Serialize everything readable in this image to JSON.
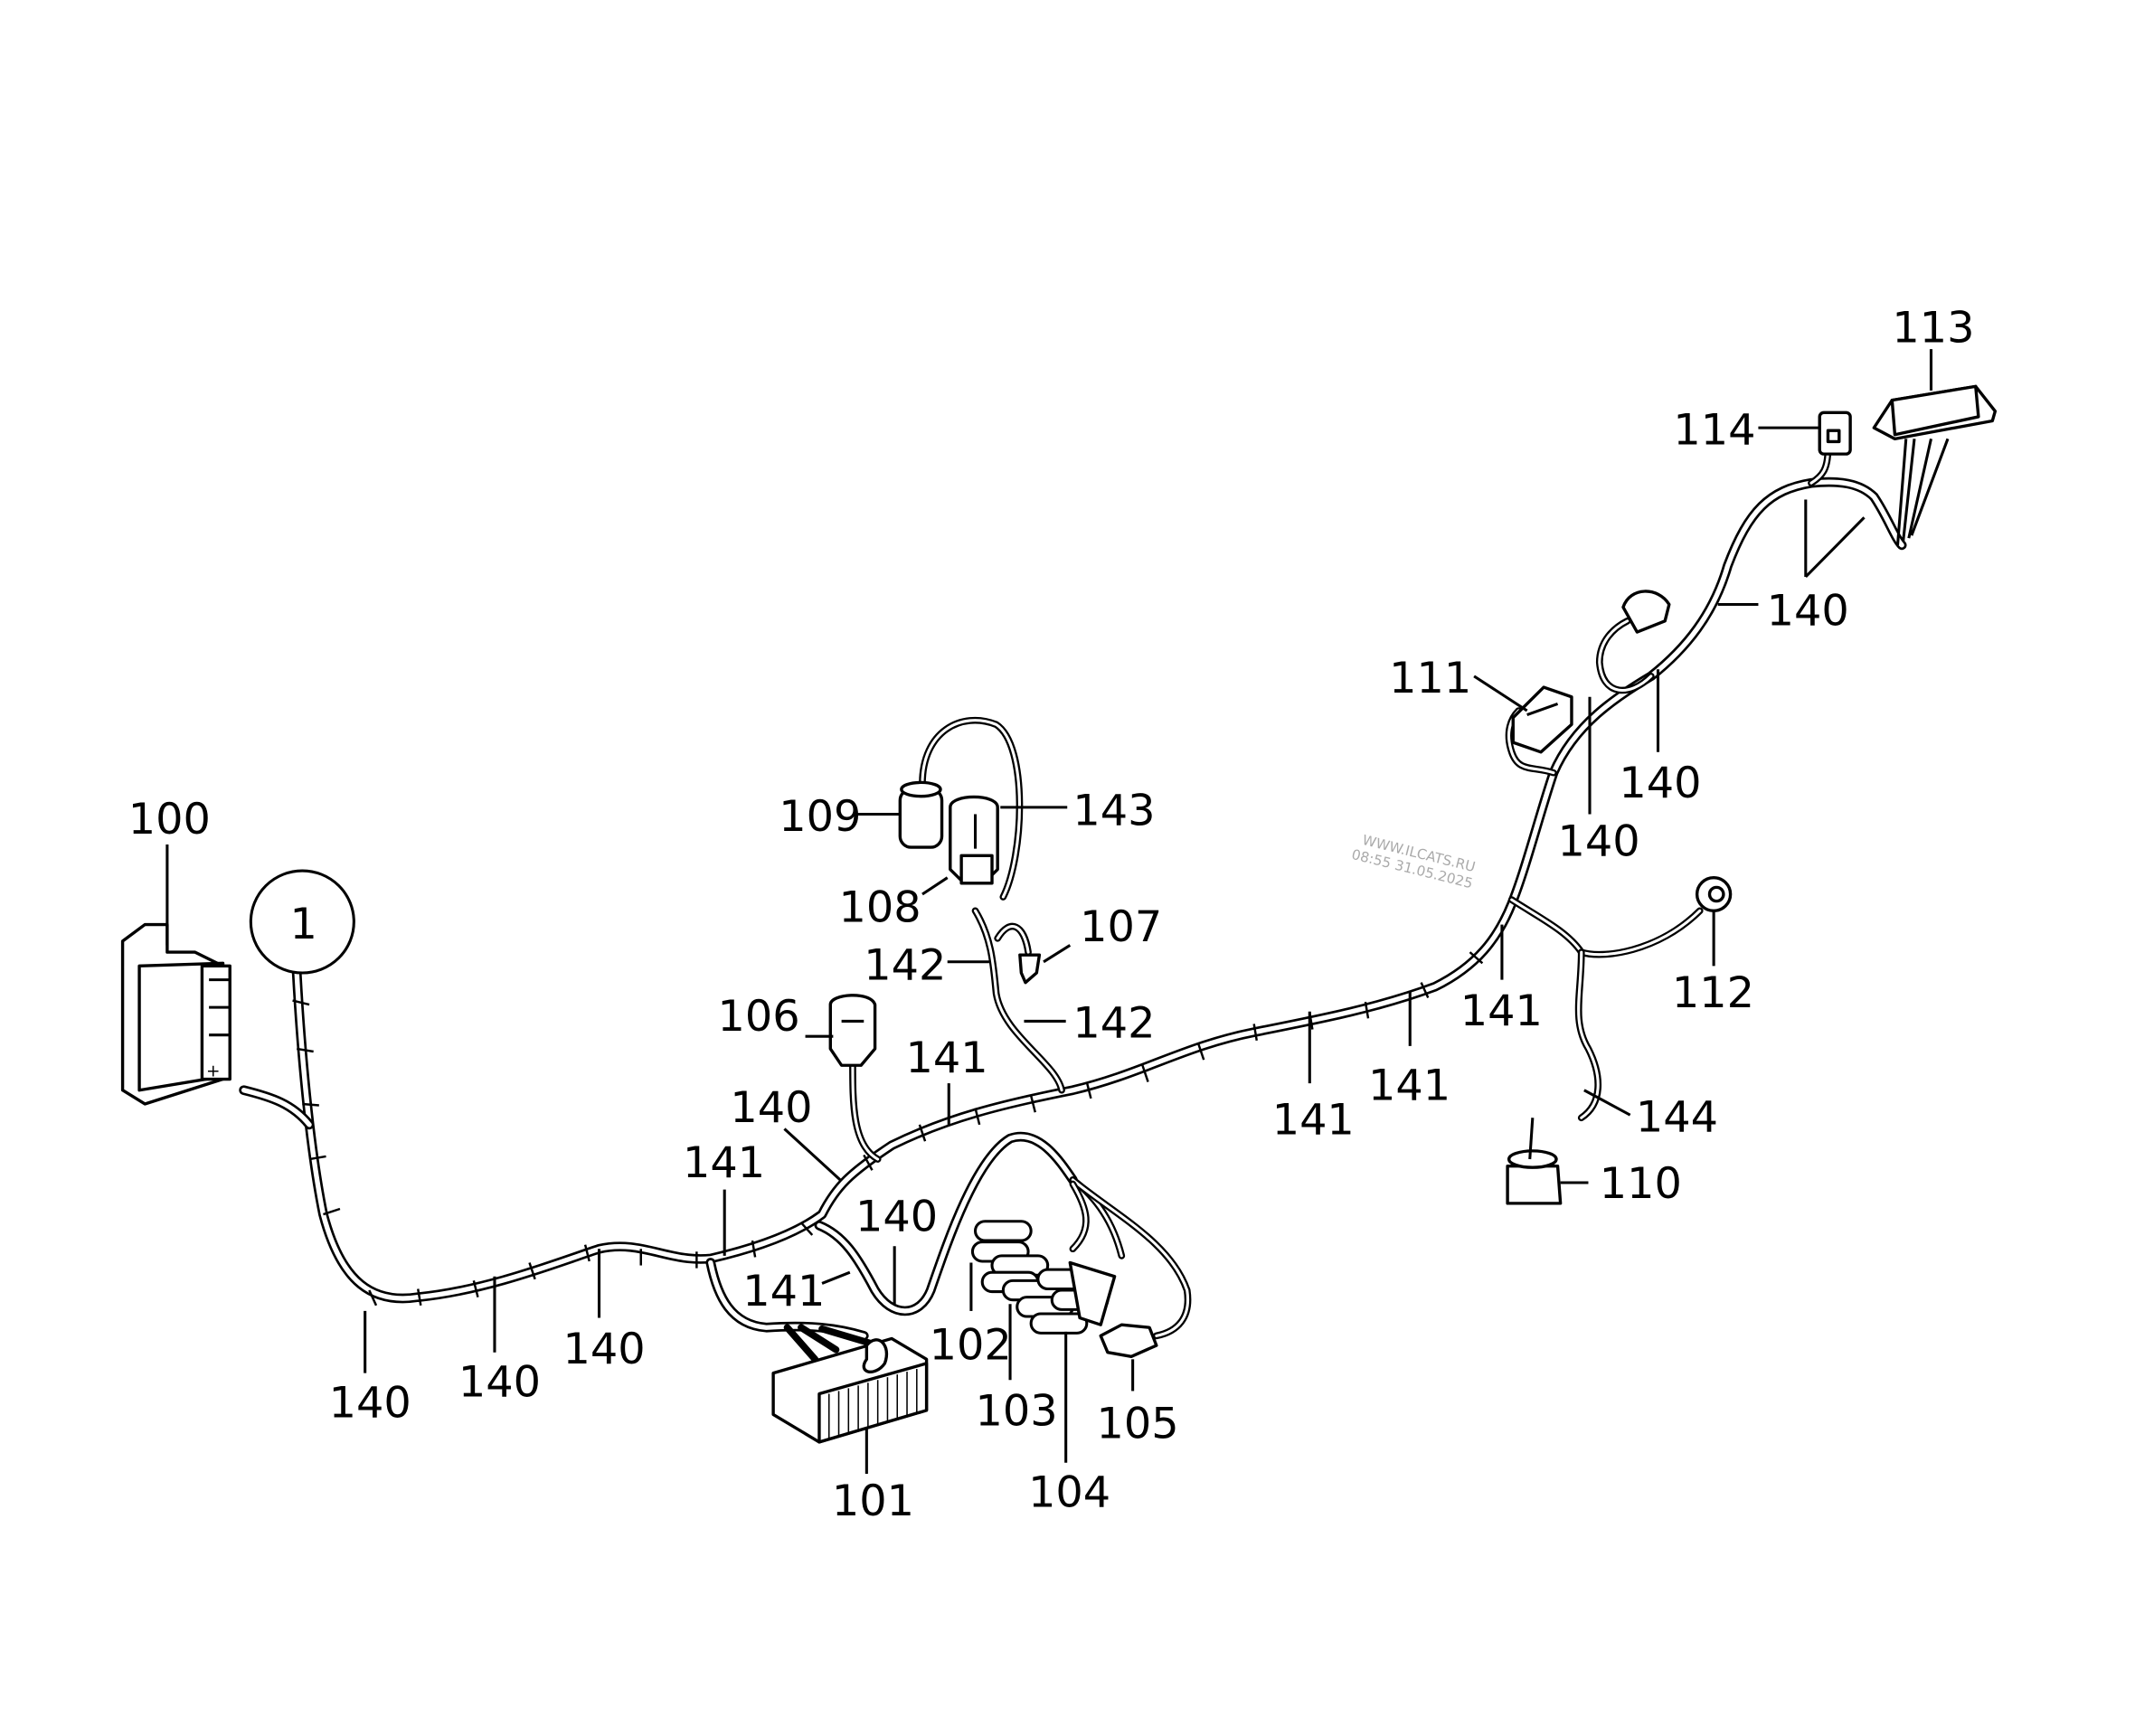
{
  "diagram": {
    "title": "Wiring harness parts diagram",
    "watermark": {
      "line1": "WWW.ILCATS.RU",
      "line2": "08:55 31.05.2025"
    },
    "detail_marker": "1",
    "labels": {
      "p100": "100",
      "p101": "101",
      "p102": "102",
      "p103": "103",
      "p104": "104",
      "p105": "105",
      "p106": "106",
      "p107": "107",
      "p108": "108",
      "p109": "109",
      "p110": "110",
      "p111": "111",
      "p112": "112",
      "p113": "113",
      "p114": "114",
      "p140": "140",
      "p141": "141",
      "p142": "142",
      "p143": "143",
      "p144": "144"
    }
  }
}
